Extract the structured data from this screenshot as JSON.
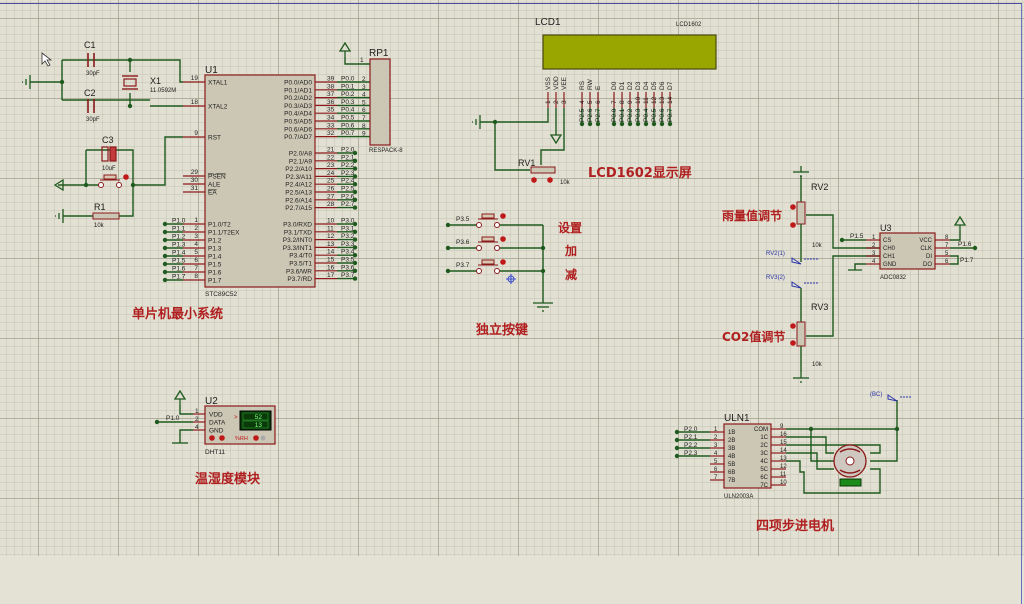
{
  "app": "Proteus ISIS schematic",
  "colors": {
    "wire": "#1f5a1f",
    "component_outline": "#8b1a1a",
    "component_fill": "#cbc7b4",
    "lcd_screen": "#9aa600",
    "section_label": "#b02020",
    "pin": "#8b1a1a",
    "probe": "#2a36a8"
  },
  "sections": {
    "mcu": "单片机最小系统",
    "lcd": "LCD1602显示屏",
    "keys": "独立按键",
    "key_functions": [
      "设置",
      "加",
      "减"
    ],
    "rain_pot": "雨量值调节",
    "co2_pot": "CO2值调节",
    "dht": "温湿度模块",
    "motor": "四项步进电机"
  },
  "u1": {
    "ref": "U1",
    "part": "STC89C52",
    "left_pins": [
      {
        "num": "19",
        "name": "XTAL1"
      },
      {
        "num": "18",
        "name": "XTAL2"
      },
      {
        "num": "9",
        "name": "RST"
      },
      {
        "num": "29",
        "name": "PSEN"
      },
      {
        "num": "30",
        "name": "ALE"
      },
      {
        "num": "31",
        "name": "EA"
      },
      {
        "num": "1",
        "name": "P1.0/T2",
        "net": "P1.0"
      },
      {
        "num": "2",
        "name": "P1.1/T2EX",
        "net": "P1.1"
      },
      {
        "num": "3",
        "name": "P1.2",
        "net": "P1.2"
      },
      {
        "num": "4",
        "name": "P1.3",
        "net": "P1.3"
      },
      {
        "num": "5",
        "name": "P1.4",
        "net": "P1.4"
      },
      {
        "num": "6",
        "name": "P1.5",
        "net": "P1.5"
      },
      {
        "num": "7",
        "name": "P1.6",
        "net": "P1.6"
      },
      {
        "num": "8",
        "name": "P1.7",
        "net": "P1.7"
      }
    ],
    "right_pins": [
      {
        "num": "39",
        "name": "P0.0/AD0",
        "net": "P0.0"
      },
      {
        "num": "38",
        "name": "P0.1/AD1",
        "net": "P0.1"
      },
      {
        "num": "37",
        "name": "P0.2/AD2",
        "net": "P0.2"
      },
      {
        "num": "36",
        "name": "P0.3/AD3",
        "net": "P0.3"
      },
      {
        "num": "35",
        "name": "P0.4/AD4",
        "net": "P0.4"
      },
      {
        "num": "34",
        "name": "P0.5/AD5",
        "net": "P0.5"
      },
      {
        "num": "33",
        "name": "P0.6/AD6",
        "net": "P0.6"
      },
      {
        "num": "32",
        "name": "P0.7/AD7",
        "net": "P0.7"
      },
      {
        "num": "21",
        "name": "P2.0/A8",
        "net": "P2.0"
      },
      {
        "num": "22",
        "name": "P2.1/A9",
        "net": "P2.1"
      },
      {
        "num": "23",
        "name": "P2.2/A10",
        "net": "P2.2"
      },
      {
        "num": "24",
        "name": "P2.3/A11",
        "net": "P2.3"
      },
      {
        "num": "25",
        "name": "P2.4/A12",
        "net": "P2.4"
      },
      {
        "num": "26",
        "name": "P2.5/A13",
        "net": "P2.5"
      },
      {
        "num": "27",
        "name": "P2.6/A14",
        "net": "P2.6"
      },
      {
        "num": "28",
        "name": "P2.7/A15",
        "net": "P2.7"
      },
      {
        "num": "10",
        "name": "P3.0/RXD",
        "net": "P3.0"
      },
      {
        "num": "11",
        "name": "P3.1/TXD",
        "net": "P3.1"
      },
      {
        "num": "12",
        "name": "P3.2/INT0",
        "net": "P3.2"
      },
      {
        "num": "13",
        "name": "P3.3/INT1",
        "net": "P3.3"
      },
      {
        "num": "14",
        "name": "P3.4/T0",
        "net": "P3.4"
      },
      {
        "num": "15",
        "name": "P3.5/T1",
        "net": "P3.5"
      },
      {
        "num": "16",
        "name": "P3.6/WR",
        "net": "P3.6"
      },
      {
        "num": "17",
        "name": "P3.7/RD",
        "net": "P3.7"
      }
    ]
  },
  "passives": {
    "c1": {
      "ref": "C1",
      "value": "30pF"
    },
    "c2": {
      "ref": "C2",
      "value": "30pF"
    },
    "c3": {
      "ref": "C3",
      "value": "10uF"
    },
    "x1": {
      "ref": "X1",
      "value": "11.0592M"
    },
    "r1": {
      "ref": "R1",
      "value": "10k"
    },
    "rv1": {
      "ref": "RV1",
      "value": "10k"
    },
    "rv2": {
      "ref": "RV2",
      "value": "10k"
    },
    "rv3": {
      "ref": "RV3",
      "value": "10k"
    }
  },
  "rp1": {
    "ref": "RP1",
    "part": "RESPACK-8",
    "pins": [
      {
        "num": "1"
      },
      {
        "num": "2",
        "net": "P0.0"
      },
      {
        "num": "3",
        "net": "P0.1"
      },
      {
        "num": "4",
        "net": "P0.2"
      },
      {
        "num": "5",
        "net": "P0.3"
      },
      {
        "num": "6",
        "net": "P0.4"
      },
      {
        "num": "7",
        "net": "P0.5"
      },
      {
        "num": "8",
        "net": "P0.6"
      },
      {
        "num": "9",
        "net": "P0.7"
      }
    ]
  },
  "lcd": {
    "ref": "LCD1",
    "part": "LCD1602",
    "pins": [
      {
        "num": "1",
        "name": "VSS"
      },
      {
        "num": "2",
        "name": "VDD"
      },
      {
        "num": "3",
        "name": "VEE"
      },
      {
        "num": "4",
        "name": "RS",
        "net": "P2.5"
      },
      {
        "num": "5",
        "name": "RW",
        "net": "P2.6"
      },
      {
        "num": "6",
        "name": "E",
        "net": "P2.7"
      },
      {
        "num": "7",
        "name": "D0",
        "net": "P0.0"
      },
      {
        "num": "8",
        "name": "D1",
        "net": "P0.1"
      },
      {
        "num": "9",
        "name": "D2",
        "net": "P0.2"
      },
      {
        "num": "10",
        "name": "D3",
        "net": "P0.3"
      },
      {
        "num": "11",
        "name": "D4",
        "net": "P0.4"
      },
      {
        "num": "12",
        "name": "D5",
        "net": "P0.5"
      },
      {
        "num": "13",
        "name": "D6",
        "net": "P0.6"
      },
      {
        "num": "14",
        "name": "D7",
        "net": "P0.7"
      }
    ]
  },
  "keys": [
    {
      "net": "P3.5"
    },
    {
      "net": "P3.6"
    },
    {
      "net": "P3.7"
    }
  ],
  "u3": {
    "ref": "U3",
    "part": "ADC0832",
    "left_pins": [
      {
        "num": "1",
        "name": "CS",
        "net": "P1.5"
      },
      {
        "num": "2",
        "name": "CH0"
      },
      {
        "num": "3",
        "name": "CH1"
      },
      {
        "num": "4",
        "name": "GND"
      }
    ],
    "right_pins": [
      {
        "num": "8",
        "name": "VCC"
      },
      {
        "num": "7",
        "name": "CLK",
        "net": "P1.6"
      },
      {
        "num": "5",
        "name": "DI"
      },
      {
        "num": "6",
        "name": "DO",
        "net": "P1.7"
      }
    ]
  },
  "probes": {
    "rv2": "RV2(1)",
    "rv3": "RV3(2)",
    "bc": "(BC)"
  },
  "u2": {
    "ref": "U2",
    "part": "DHT11",
    "pins": [
      {
        "num": "1",
        "name": "VDD"
      },
      {
        "num": "2",
        "name": "DATA",
        "net": "P1.0"
      },
      {
        "num": "4",
        "name": "GND"
      }
    ],
    "humidity": "52",
    "temperature": "13",
    "unit_label": "%RH"
  },
  "uln": {
    "ref": "ULN1",
    "part": "ULN2003A",
    "left_pins": [
      {
        "num": "1",
        "name": "1B",
        "net": "P2.0"
      },
      {
        "num": "2",
        "name": "2B",
        "net": "P2.1"
      },
      {
        "num": "3",
        "name": "3B",
        "net": "P2.2"
      },
      {
        "num": "4",
        "name": "4B",
        "net": "P2.3"
      },
      {
        "num": "5",
        "name": "5B"
      },
      {
        "num": "6",
        "name": "6B"
      },
      {
        "num": "7",
        "name": "7B"
      }
    ],
    "right_pins": [
      {
        "num": "9",
        "name": "COM"
      },
      {
        "num": "16",
        "name": "1C"
      },
      {
        "num": "15",
        "name": "2C"
      },
      {
        "num": "14",
        "name": "3C"
      },
      {
        "num": "13",
        "name": "4C"
      },
      {
        "num": "12",
        "name": "5C"
      },
      {
        "num": "11",
        "name": "6C"
      },
      {
        "num": "10",
        "name": "7C"
      }
    ]
  }
}
